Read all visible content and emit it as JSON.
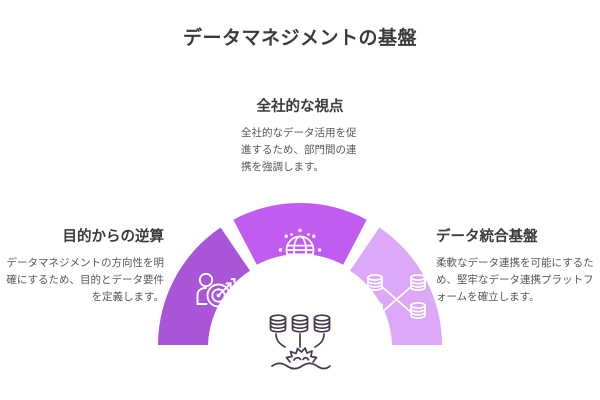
{
  "header": {
    "title": "データマネジメントの基盤"
  },
  "diagram": {
    "type": "semicircular-fan",
    "center_icon": "data-lake-icon",
    "inner_circle_color": "#ffffff",
    "background": "#ffffff",
    "segments": [
      {
        "id": "left",
        "icon": "target-person-icon",
        "color": "#A855D8",
        "title": "目的からの逆算",
        "body": "データマネジメントの方向性を明確にするため、目的とデータ要件を定義します。"
      },
      {
        "id": "middle",
        "icon": "globe-network-icon",
        "color": "#C05CF0",
        "title": "全社的な視点",
        "body": "全社的なデータ活用を促進するため、部門間の連携を強調します。"
      },
      {
        "id": "right",
        "icon": "database-integration-icon",
        "color": "#DDA8F7",
        "title": "データ統合基盤",
        "body": "柔軟なデータ連携を可能にするため、堅牢なデータ連携プラットフォームを確立します。"
      }
    ]
  },
  "colors": {
    "title_text": "#3b3b3b",
    "body_text": "#575757",
    "center_icon_stroke": "#46364f",
    "segment_icon_stroke": "#ffffff"
  }
}
